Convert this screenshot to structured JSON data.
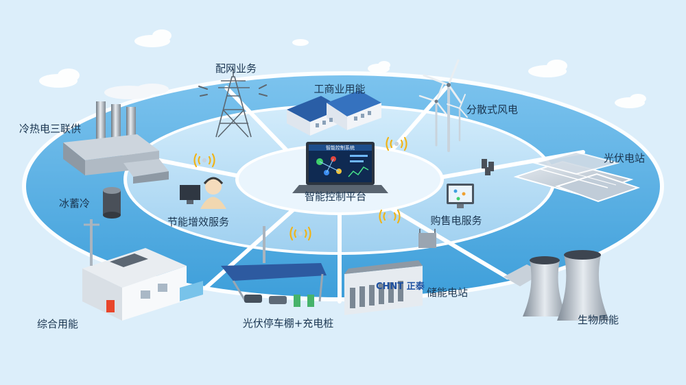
{
  "center": {
    "title": "智能控制平台",
    "screen_title": "智能控制系统"
  },
  "labels": {
    "distribution": "配网业务",
    "commercial": "工商业用能",
    "wind": "分散式风电",
    "cchp": "冷热电三联供",
    "pv_station": "光伏电站",
    "ice_storage": "冰蓄冷",
    "energy_saving": "节能增效服务",
    "power_sales": "购售电服务",
    "storage_station": "储能电站",
    "integrated": "综合用能",
    "carport": "光伏停车棚+充电桩",
    "biomass": "生物质能"
  },
  "brand": {
    "logo_text": "CHNT 正泰"
  },
  "colors": {
    "background": "#dceefa",
    "outer_ring": "#5fb1e4",
    "inner_ring": "#b6dcf4",
    "center_disc": "#e8f4fc",
    "label_text": "#1a3550"
  }
}
